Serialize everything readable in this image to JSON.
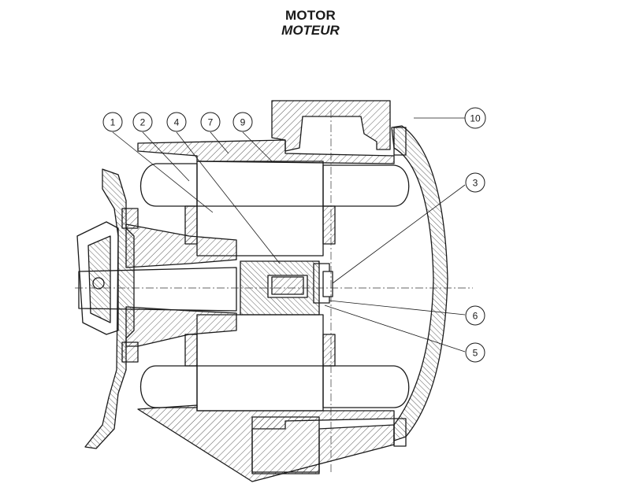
{
  "header": {
    "title": "MOTOR",
    "subtitle": "MOTEUR"
  },
  "callouts": [
    "1",
    "2",
    "4",
    "7",
    "9",
    "10",
    "3",
    "6",
    "5"
  ]
}
